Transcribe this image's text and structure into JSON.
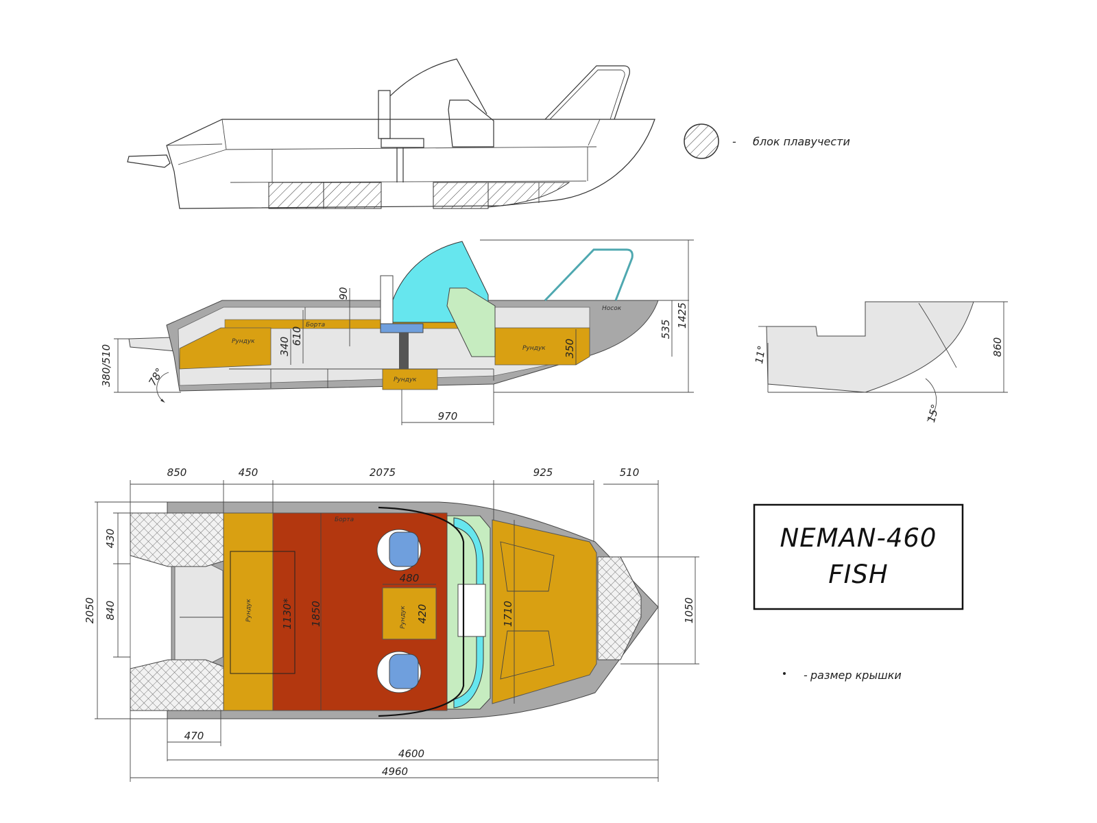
{
  "title": {
    "line1": "NEMAN-460",
    "line2": "FISH"
  },
  "legend": {
    "buoyancy": {
      "dash": "-",
      "label": "блок плавучести"
    },
    "lid": {
      "dash": "-",
      "label": "размер крышки"
    }
  },
  "labels": {
    "rundyk": "Рундук",
    "boards": "Борта",
    "bow": "Носок"
  },
  "dimensions": {
    "side_90": "90",
    "side_610": "610",
    "side_340": "340",
    "side_350": "350",
    "side_535": "535",
    "side_1425": "1425",
    "side_380_510": "380/510",
    "side_78deg": "78°",
    "side_970": "970",
    "sec_860": "860",
    "sec_11deg": "11°",
    "sec_15deg": "15°",
    "top_850": "850",
    "top_450": "450",
    "top_2075": "2075",
    "top_925": "925",
    "top_510": "510",
    "top_2050": "2050",
    "top_430": "430",
    "top_840": "840",
    "top_1050": "1050",
    "top_1130": "1130*",
    "top_1850": "1850",
    "top_480": "480",
    "top_420": "420",
    "top_1710": "1710",
    "top_470": "470",
    "top_4600": "4600",
    "top_4960": "4960"
  },
  "colors": {
    "amber": "#d9a012",
    "rust": "#b3370f",
    "gray": "#e6e6e6",
    "hull": "#a8a8a8",
    "glass": "#66e6ee",
    "green": "#c6ecc0",
    "seat": "#6f9fdd",
    "rail": "#4fa8b0"
  }
}
